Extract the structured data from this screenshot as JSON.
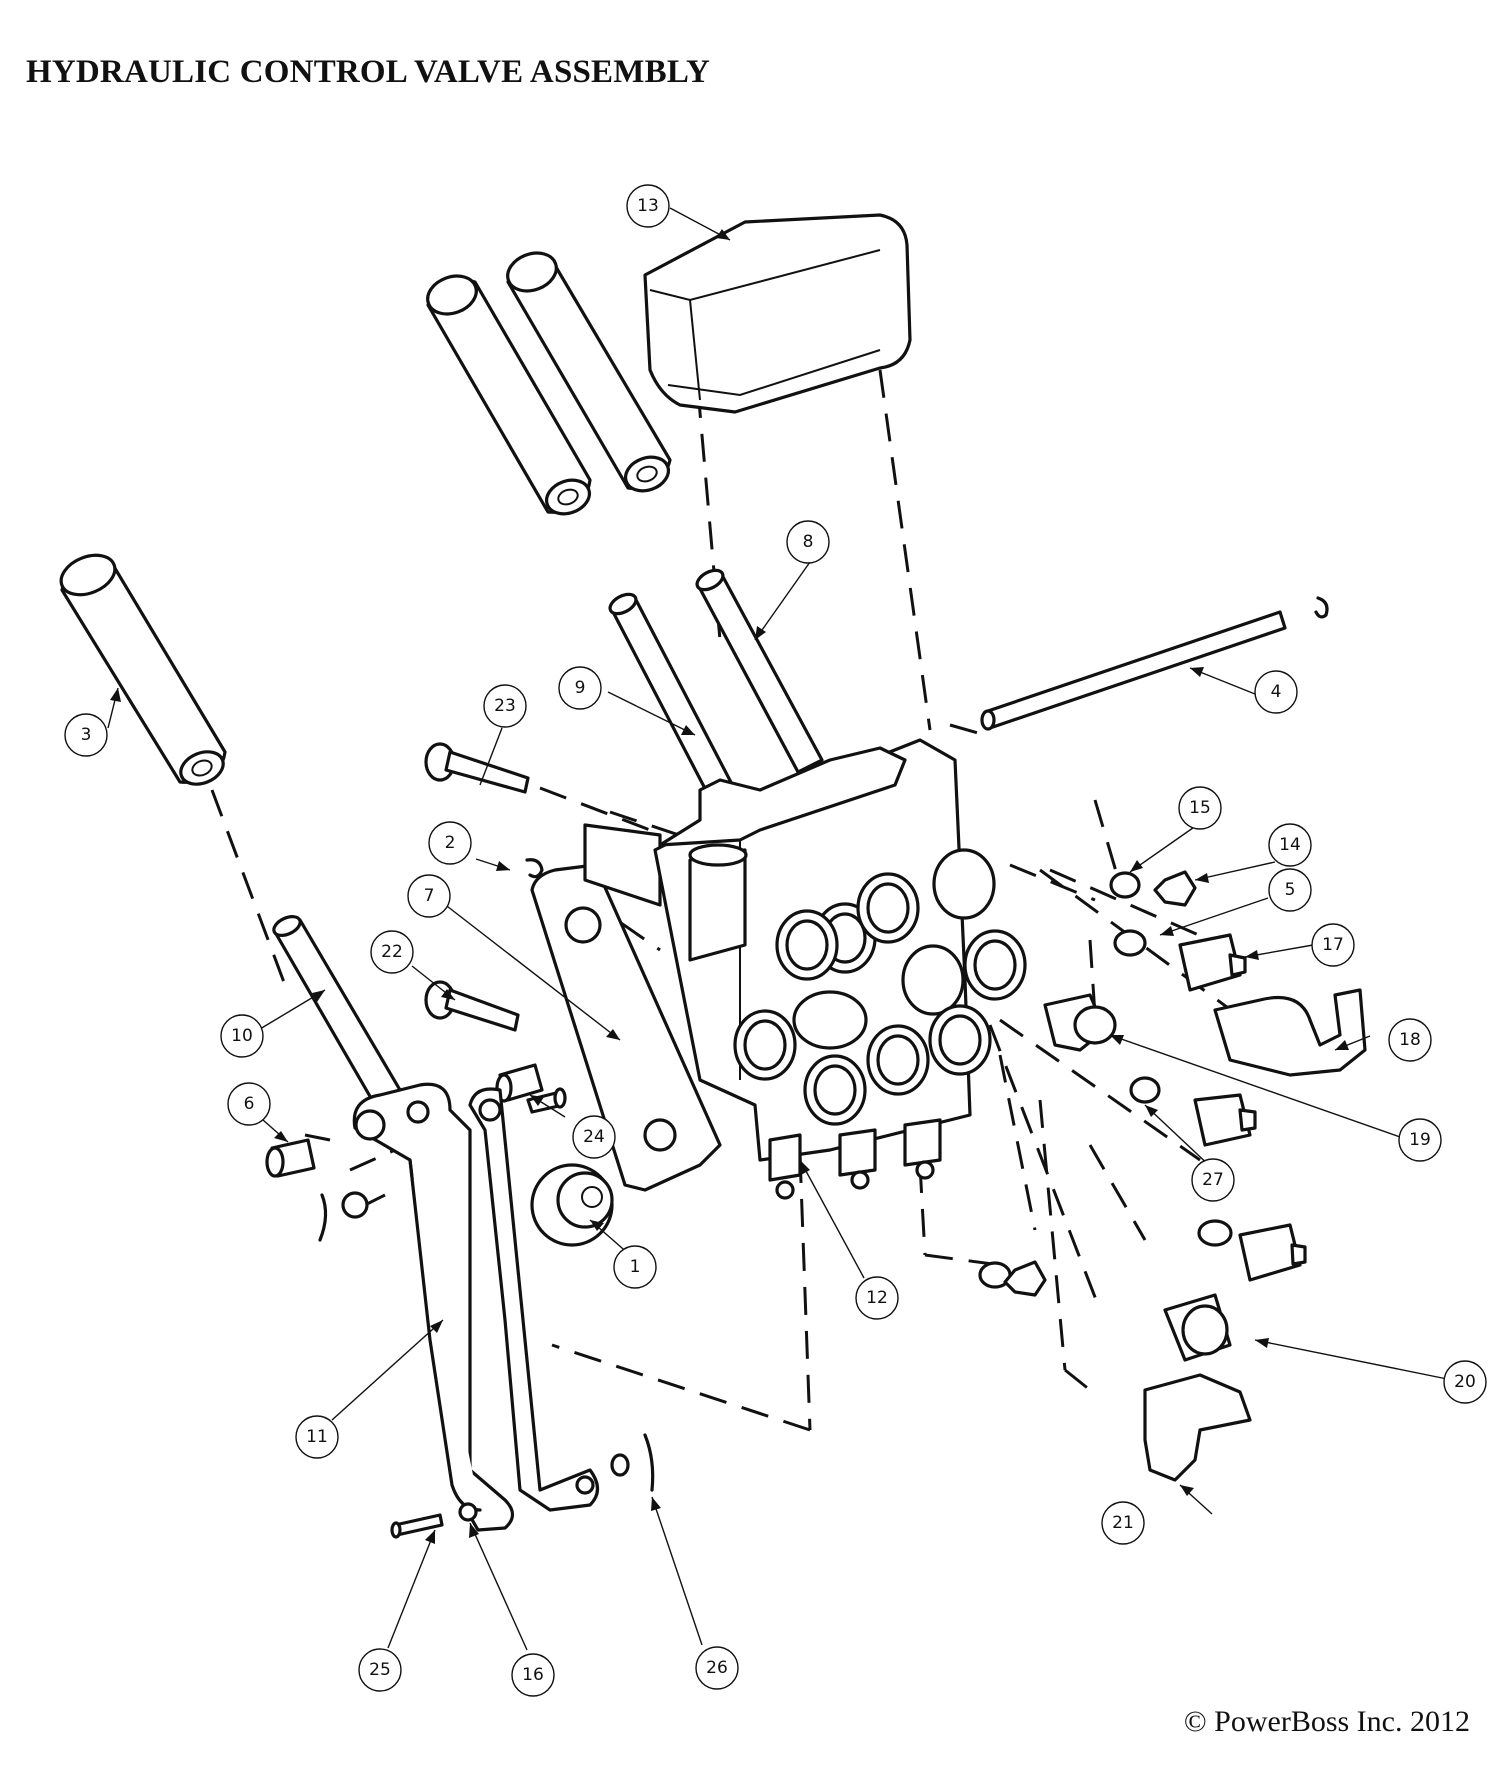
{
  "title": "HYDRAULIC CONTROL VALVE ASSEMBLY",
  "copyright": "© PowerBoss Inc. 2012",
  "callouts": [
    "1",
    "2",
    "3",
    "4",
    "5",
    "6",
    "7",
    "8",
    "9",
    "10",
    "11",
    "12",
    "13",
    "14",
    "15",
    "16",
    "17",
    "18",
    "19",
    "20",
    "21",
    "22",
    "23",
    "24",
    "25",
    "26",
    "27"
  ]
}
